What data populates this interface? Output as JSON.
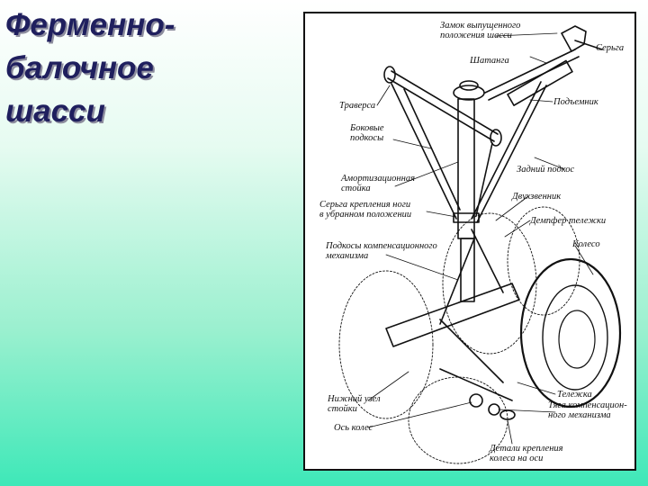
{
  "slide": {
    "title_lines": [
      "Ферменно-",
      "балочное",
      "шасси"
    ]
  },
  "labels": {
    "uplock": "Замок выпущенного\nположения шасси",
    "hinge_lug": "Серьга",
    "rod": "Шатанга",
    "crossbeam": "Траверса",
    "actuator": "Подъемник",
    "side_braces": "Боковые\nподкосы",
    "rear_brace": "Задний подкос",
    "shock_strut": "Амортизационная\nстойка",
    "retracted_lug": "Серьга крепления ноги\nв убранном положении",
    "torque_link": "Двухзвенник",
    "bogie_damper": "Демпфер тележки",
    "comp_braces": "Подкосы компенсационного\nмеханизма",
    "wheel": "Колесо",
    "lower_node": "Нижний узел\nстойки",
    "wheel_axle": "Ось колес",
    "bogie": "Тележка",
    "comp_rod": "Тяга компенсацион-\nного механизма",
    "wheel_fittings": "Детали крепления\nколеса на оси"
  },
  "colors": {
    "title_text": "#1f1f5e",
    "background_bottom": "#3ee8b8",
    "ink": "#111111"
  }
}
